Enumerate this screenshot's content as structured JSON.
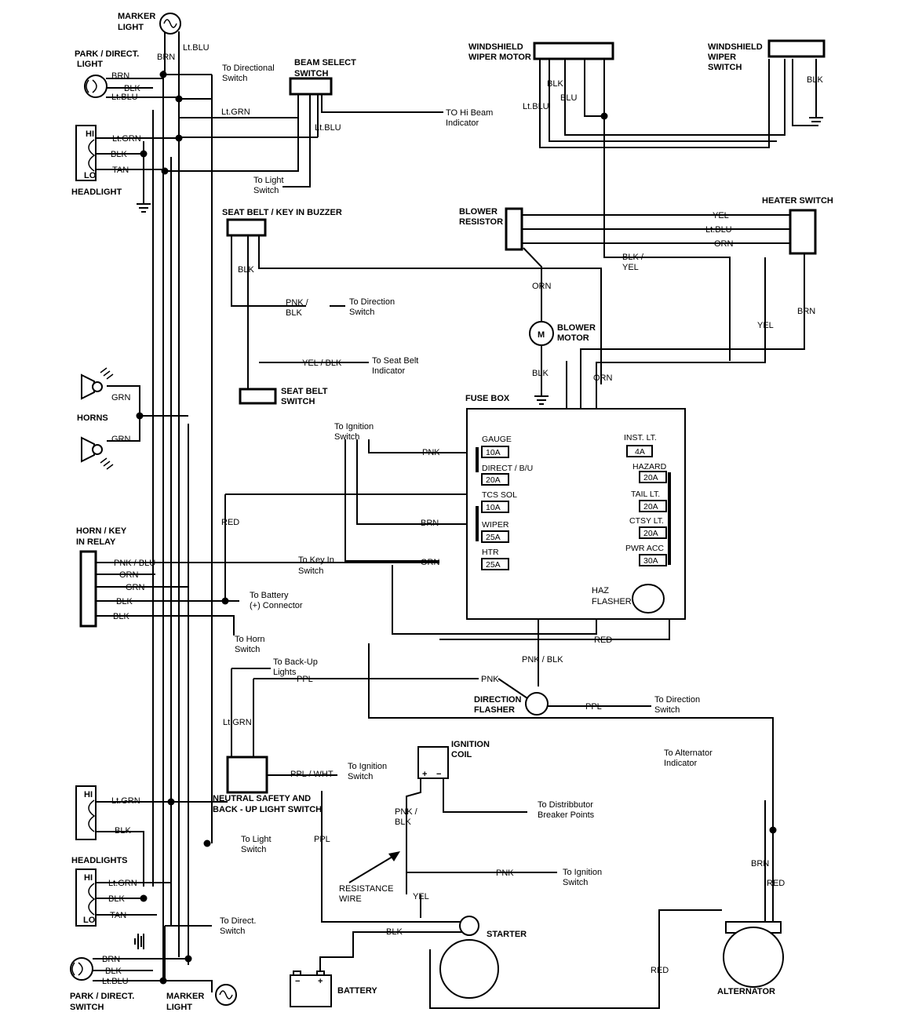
{
  "components": {
    "marker_light_top": [
      "MARKER",
      "LIGHT"
    ],
    "park_direct_light": [
      "PARK / DIRECT.",
      "LIGHT"
    ],
    "headlight_top": "HEADLIGHT",
    "beam_select": [
      "BEAM SELECT",
      "SWITCH"
    ],
    "wiper_motor": [
      "WINDSHIELD",
      "WIPER MOTOR"
    ],
    "wiper_switch": [
      "WINDSHIELD",
      "WIPER",
      "SWITCH"
    ],
    "seat_belt_buzzer": "SEAT BELT / KEY IN BUZZER",
    "blower_resistor": [
      "BLOWER",
      "RESISTOR"
    ],
    "heater_switch": "HEATER SWITCH",
    "blower_motor": [
      "BLOWER",
      "MOTOR"
    ],
    "motor_symbol": "M",
    "horns": "HORNS",
    "seat_belt_switch": [
      "SEAT BELT",
      "SWITCH"
    ],
    "fuse_box": "FUSE BOX",
    "horn_key_relay": [
      "HORN / KEY",
      "IN RELAY"
    ],
    "haz_flasher": [
      "HAZ",
      "FLASHER"
    ],
    "direction_flasher": [
      "DIRECTION",
      "FLASHER"
    ],
    "ignition_coil": [
      "IGNITION",
      "COIL"
    ],
    "coil_terminals": [
      "+",
      "−"
    ],
    "neutral_safety": [
      "NEUTRAL SAFETY AND",
      "BACK - UP LIGHT SWITCH"
    ],
    "headlights_bottom": "HEADLIGHTS",
    "resistance_wire": [
      "RESISTANCE",
      "WIRE"
    ],
    "starter": "STARTER",
    "battery": "BATTERY",
    "battery_terminals": [
      "−",
      "+"
    ],
    "alternator": "ALTERNATOR",
    "park_direct_switch": [
      "PARK / DIRECT.",
      "SWITCH"
    ],
    "marker_light_bottom": [
      "MARKER",
      "LIGHT"
    ],
    "hi": "HI",
    "lo": "LO"
  },
  "fuses_left": [
    {
      "name": "GAUGE",
      "amps": "10A"
    },
    {
      "name": "DIRECT / B/U",
      "amps": "20A"
    },
    {
      "name": "TCS SOL",
      "amps": "10A"
    },
    {
      "name": "WIPER",
      "amps": "25A"
    },
    {
      "name": "HTR",
      "amps": "25A"
    }
  ],
  "fuses_right": [
    {
      "name": "INST. LT.",
      "amps": "4A"
    },
    {
      "name": "HAZARD",
      "amps": "20A"
    },
    {
      "name": "TAIL LT.",
      "amps": "20A"
    },
    {
      "name": "CTSY LT.",
      "amps": "20A"
    },
    {
      "name": "PWR ACC",
      "amps": "30A"
    }
  ],
  "wire_labels": {
    "brn_marker": "BRN",
    "ltblu_marker": "Lt.BLU",
    "brn_park": "BRN",
    "blk_park": "BLK",
    "ltblu_park": "Lt.BLU",
    "ltgrn_hl": "Lt.GRN",
    "blk_hl": "BLK",
    "tan_hl": "TAN",
    "ltgrn_beam": "Lt.GRN",
    "ltblu_beam": "Lt.BLU",
    "blk_wiper": "BLK",
    "ltblu_wiper": "Lt.BLU",
    "blu_wiper": "BLU",
    "blk_wsw": "BLK",
    "yel_heat": "YEL",
    "ltblu_heat": "Lt.BLU",
    "orn_heat": "ORN",
    "blkyel": [
      "BLK /",
      "YEL"
    ],
    "brn_heat": "BRN",
    "yel_heat2": "YEL",
    "orn_blower": "ORN",
    "blk_blower": "BLK",
    "orn_long": "ORN",
    "blk_buzzer": "BLK",
    "pnkblk_buzzer": [
      "PNK /",
      "BLK"
    ],
    "yelblk_sb": "YEL / BLK",
    "grn_horn1": "GRN",
    "grn_horn2": "GRN",
    "pnk_fuse": "PNK",
    "brn_fuse": "BRN",
    "orn_fuse": "ORN",
    "red_mid": "RED",
    "pnkblu_relay": "PNK / BLU",
    "orn_relay": "ORN",
    "grn_relay": "GRN",
    "blk_relay1": "BLK",
    "blk_relay2": "BLK",
    "red_fuse": "RED",
    "pnkblk_flasher": "PNK / BLK",
    "pnk_flasher": "PNK",
    "ppl_flasher": "PPL",
    "ppl_neutral": "PPL",
    "ltgrn_neutral": "Lt.GRN",
    "pplwht": "PPL / WHT",
    "ppl_down": "PPL",
    "pnkblk_coil": [
      "PNK /",
      "BLK"
    ],
    "pnk_coil": "PNK",
    "yel_coil": "YEL",
    "blk_batt": "BLK",
    "red_alt": "RED",
    "brn_alt": "BRN",
    "red_alt2": "RED",
    "ltgrn_hl2": "Lt.GRN",
    "blk_hl2": "BLK",
    "ltgrn_hl3": "Lt.GRN",
    "blk_hl3": "BLK",
    "tan_hl3": "TAN",
    "brn_park2": "BRN",
    "blk_park2": "BLK",
    "ltblu_park2": "Lt.BLU"
  },
  "destinations": {
    "to_directional": [
      "To Directional",
      "Switch"
    ],
    "to_hi_beam": [
      "TO Hi Beam",
      "Indicator"
    ],
    "to_light_switch_top": [
      "To Light",
      "Switch"
    ],
    "to_direction_sw": [
      "To Direction",
      "Switch"
    ],
    "to_seat_belt_ind": [
      "To Seat Belt",
      "Indicator"
    ],
    "to_ignition_sw_fuse": [
      "To Ignition",
      "Switch"
    ],
    "to_key_in": [
      "To Key In",
      "Switch"
    ],
    "to_battery": [
      "To Battery",
      "(+) Connector"
    ],
    "to_horn_sw": [
      "To Horn",
      "Switch"
    ],
    "to_backup": [
      "To Back-Up",
      "Lights"
    ],
    "to_direction_sw2": [
      "To Direction",
      "Switch"
    ],
    "to_ignition_neutral": [
      "To Ignition",
      "Switch"
    ],
    "to_alt_ind": [
      "To Alternator",
      "Indicator"
    ],
    "to_breaker": [
      "To Distribbutor",
      "Breaker Points"
    ],
    "to_light_switch_bottom": [
      "To Light",
      "Switch"
    ],
    "to_ignition_coil": [
      "To Ignition",
      "Switch"
    ],
    "to_direct_sw_bottom": [
      "To Direct.",
      "Switch"
    ]
  }
}
